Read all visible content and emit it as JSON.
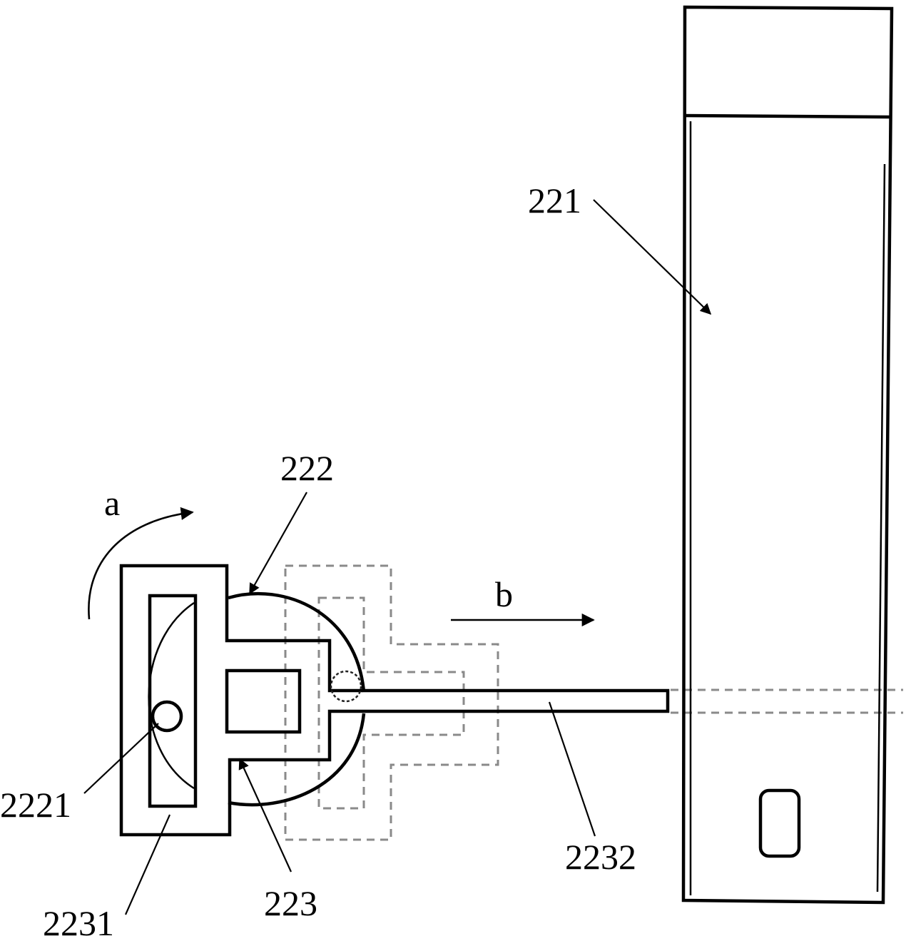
{
  "labels": {
    "housing": "221",
    "rotor": "222",
    "pivot": "2221",
    "lever": "223",
    "lever_frame": "2231",
    "rod": "2232",
    "rotation_direction": "a",
    "translation_direction": "b"
  }
}
